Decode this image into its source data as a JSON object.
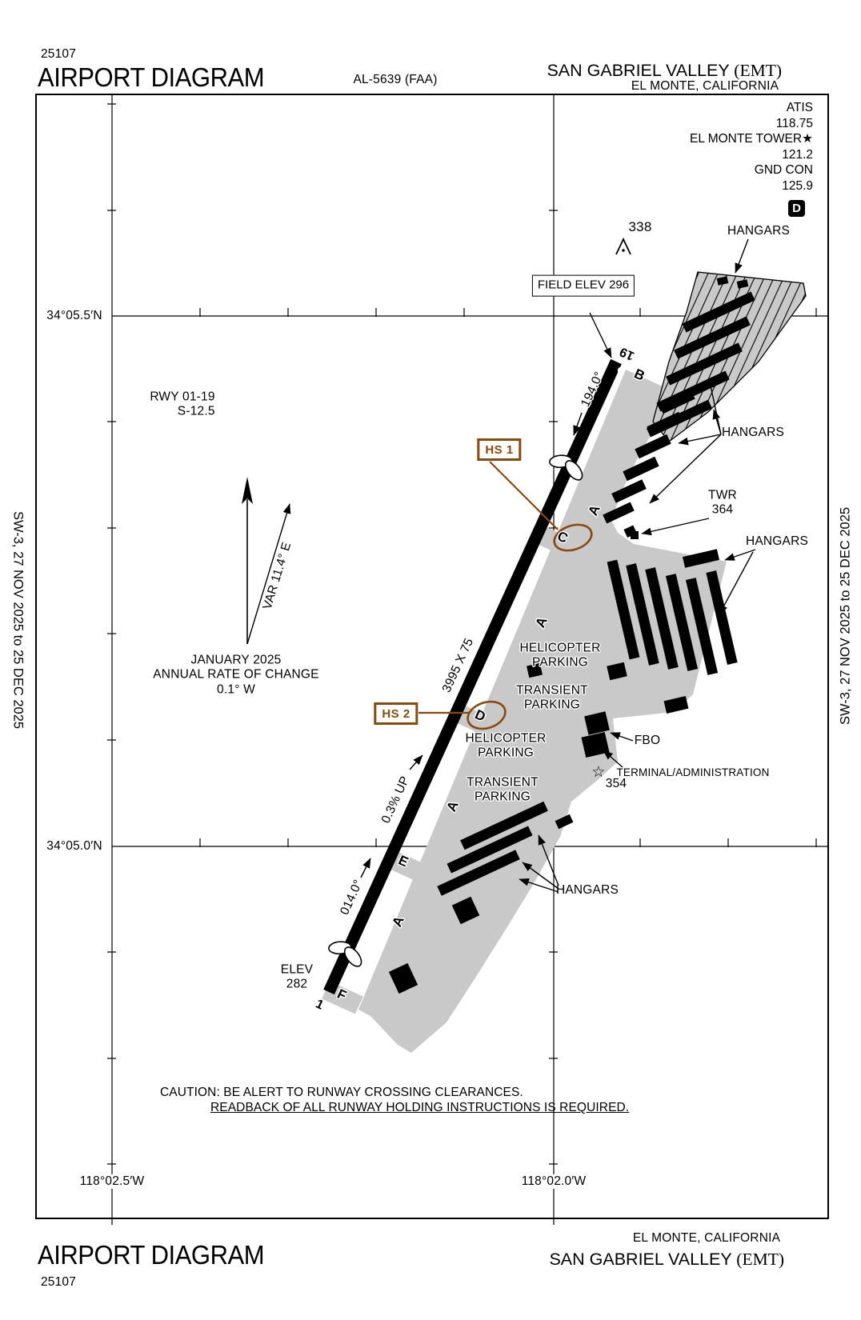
{
  "header": {
    "pub_number": "25107",
    "title": "AIRPORT DIAGRAM",
    "chart_ref": "AL-5639 (FAA)",
    "airport_name": "SAN GABRIEL VALLEY ",
    "airport_code": "(EMT)",
    "city": "EL MONTE, CALIFORNIA"
  },
  "comm": {
    "atis_label": "ATIS",
    "atis_freq": "118.75",
    "tower_label": "EL MONTE TOWER",
    "tower_star": "★",
    "tower_freq": "121.2",
    "gnd_label": "GND CON",
    "gnd_freq": "125.9",
    "hotspot_code": "D"
  },
  "margins": {
    "left": "SW-3,  27 NOV 2025  to  25 DEC 2025",
    "right": "SW-3,  27 NOV 2025  to  25 DEC 2025"
  },
  "grid": {
    "lat_top": "34°05.5′N",
    "lat_bottom": "34°05.0′N",
    "lon_left": "118°02.5′W",
    "lon_right": "118°02.0′W"
  },
  "map": {
    "obstruction_elev": "338",
    "field_elev": "FIELD\nELEV\n296",
    "rwy_end_19": "19",
    "rwy_end_1": "1",
    "rwy_heading_south": "194.0°",
    "rwy_heading_north": "014.0°",
    "rwy_dimensions": "3995 X 75",
    "rwy_slope": "0.3% UP",
    "rwy_data": "RWY 01-19\nS-12.5",
    "variation": "VAR 11.4° E",
    "annual_change": "JANUARY 2025\nANNUAL RATE OF CHANGE\n0.1° W",
    "hangars": "HANGARS",
    "twr": "TWR\n364",
    "helicopter_parking": "HELICOPTER\nPARKING",
    "transient_parking": "TRANSIENT\nPARKING",
    "fbo": "FBO",
    "terminal": "TERMINAL/ADMINISTRATION",
    "beacon_star": "☆",
    "beacon_elev": "354",
    "elev_282": "ELEV\n282",
    "taxiway_a": "A",
    "taxiway_b": "B",
    "taxiway_c": "C",
    "taxiway_d": "D",
    "taxiway_e": "E",
    "taxiway_f": "F",
    "hs1": "HS 1",
    "hs2": "HS 2"
  },
  "caution": {
    "line1": "CAUTION: BE ALERT TO RUNWAY CROSSING CLEARANCES.",
    "line2": "READBACK OF ALL RUNWAY HOLDING INSTRUCTIONS IS REQUIRED."
  },
  "footer": {
    "city": "EL MONTE, CALIFORNIA",
    "airport_name": "SAN GABRIEL VALLEY ",
    "airport_code": "(EMT)",
    "title": "AIRPORT DIAGRAM",
    "pub_number": "25107"
  },
  "colors": {
    "apron": "#c9c9c9",
    "hotspot": "#8a4a0e",
    "ink": "#000000"
  }
}
